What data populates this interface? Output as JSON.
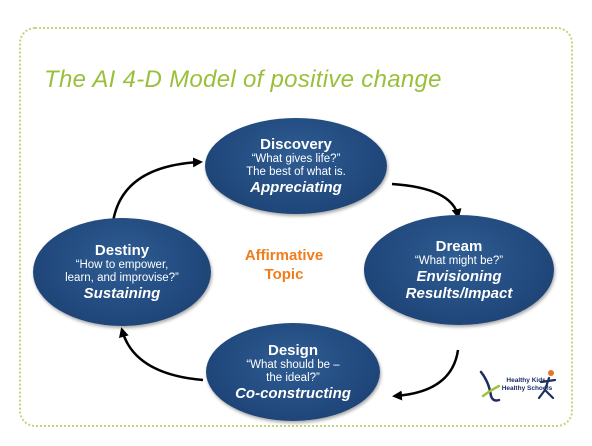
{
  "slide": {
    "title": "The AI 4-D Model of positive change"
  },
  "center_topic": {
    "line1": "Affirmative",
    "line2": "Topic"
  },
  "nodes": {
    "discovery": {
      "title": "Discovery",
      "line1": "“What gives life?”",
      "line2": "The best of what is.",
      "verb": "Appreciating"
    },
    "dream": {
      "title": "Dream",
      "line1": "“What might be?”",
      "verb1": "Envisioning",
      "verb2": "Results/Impact"
    },
    "design": {
      "title": "Design",
      "line1": "“What should be –",
      "line2": "the ideal?”",
      "verb": "Co-constructing"
    },
    "destiny": {
      "title": "Destiny",
      "line1": "“How to empower,",
      "line2": "learn, and improvise?”",
      "verb": "Sustaining"
    }
  },
  "logo": {
    "line1": "Healthy Kids,",
    "line2": "Healthy Schools"
  },
  "colors": {
    "node_fill": "#21497d",
    "title_green": "#99c03a",
    "topic_orange": "#f07d1a",
    "frame_border": "#bfd67a",
    "arrow": "#000000"
  }
}
